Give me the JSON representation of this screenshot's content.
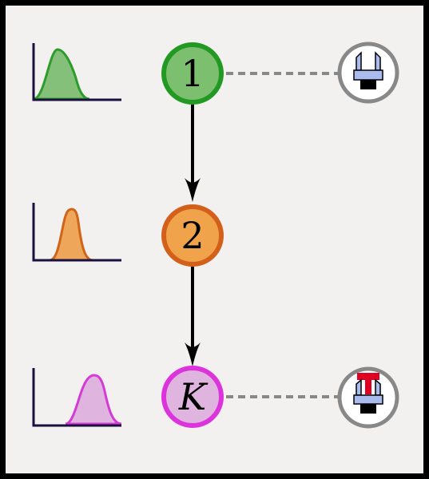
{
  "colors": {
    "frame": "#000000",
    "panel": "#f2f1f0",
    "axis": "#1a1040",
    "edge": "#000000",
    "dash": "#888888",
    "icon_ring": "#888888",
    "icon_blue": "#aabbee",
    "icon_red": "#dd0022",
    "icon_black": "#000000"
  },
  "nodes": [
    {
      "id": "node-1",
      "label": "1",
      "italic": false,
      "fill": "#7cbf6e",
      "stroke": "#229922",
      "dist_fill": "#85c07a",
      "dist_stroke": "#2e9c2a",
      "icon": "gripper-icon"
    },
    {
      "id": "node-2",
      "label": "2",
      "italic": false,
      "fill": "#f0a34a",
      "stroke": "#d2601a",
      "dist_fill": "#eda65a",
      "dist_stroke": "#d06418",
      "icon": null
    },
    {
      "id": "node-k",
      "label": "K",
      "italic": true,
      "fill": "#dfb5df",
      "stroke": "#dd33dd",
      "dist_fill": "#dfb5df",
      "dist_stroke": "#d43ad4",
      "icon": "gripper-with-t-icon"
    }
  ],
  "edges": [
    {
      "from": "node-1",
      "to": "node-2"
    },
    {
      "from": "node-2",
      "to": "node-k"
    }
  ]
}
